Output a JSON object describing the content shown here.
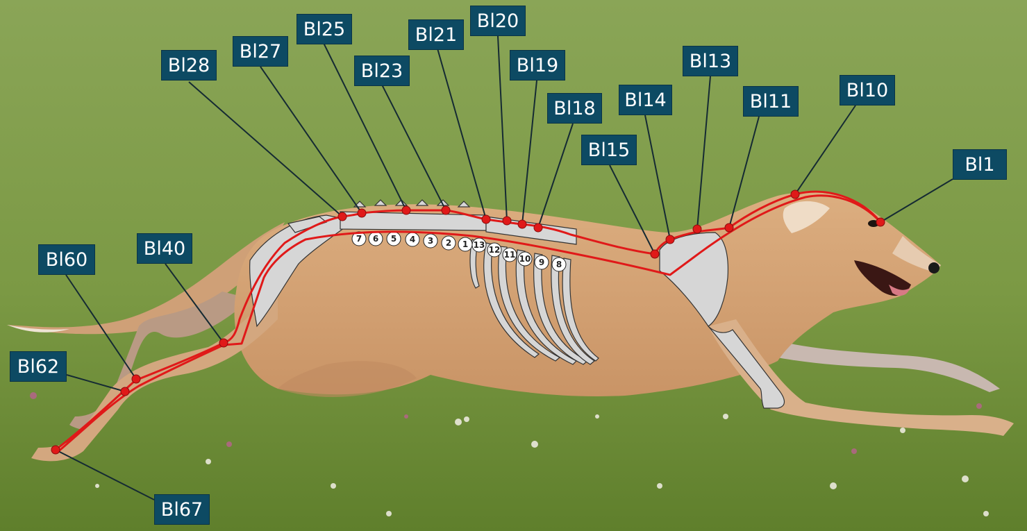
{
  "colors": {
    "label_bg": "#0d4a63",
    "label_text": "#ffffff",
    "meridian": "#e01919",
    "leader_line": "#152a33",
    "grass": "#7d9a46",
    "dog_coat": "#d7a87c",
    "bone": "#d6d6d6"
  },
  "labels": {
    "bl1": "Bl1",
    "bl10": "Bl10",
    "bl11": "Bl11",
    "bl13": "Bl13",
    "bl14": "Bl14",
    "bl15": "Bl15",
    "bl18": "Bl18",
    "bl19": "Bl19",
    "bl20": "Bl20",
    "bl21": "Bl21",
    "bl23": "Bl23",
    "bl25": "Bl25",
    "bl27": "Bl27",
    "bl28": "Bl28",
    "bl40": "Bl40",
    "bl60": "Bl60",
    "bl62": "Bl62",
    "bl67": "Bl67"
  },
  "vertebra_numbers": {
    "lumbar_7": "7",
    "lumbar_6": "6",
    "lumbar_5": "5",
    "lumbar_4": "4",
    "lumbar_3": "3",
    "lumbar_2": "2",
    "lumbar_1": "1",
    "thoracic_13": "13",
    "thoracic_12": "12",
    "thoracic_11": "11",
    "thoracic_10": "10",
    "thoracic_9": "9",
    "thoracic_8": "8"
  }
}
